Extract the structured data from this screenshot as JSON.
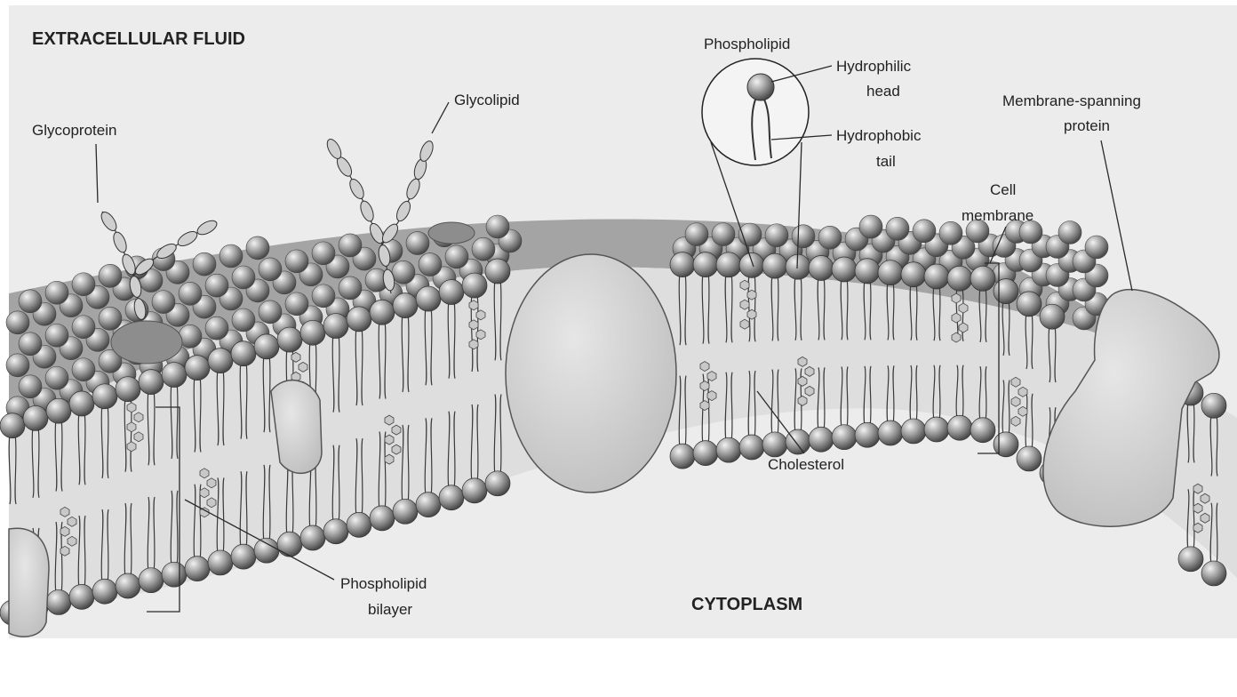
{
  "regions": {
    "extracellular": "EXTRACELLULAR  FLUID",
    "cytoplasm": "CYTOPLASM"
  },
  "labels": {
    "glycoprotein": "Glycoprotein",
    "glycolipid": "Glycolipid",
    "phospholipid": "Phospholipid",
    "hydrophilic_1": "Hydrophilic",
    "hydrophilic_2": "head",
    "hydrophobic_1": "Hydrophobic",
    "hydrophobic_2": "tail",
    "membrane_spanning_1": "Membrane-spanning",
    "membrane_spanning_2": "protein",
    "cell_membrane_1": "Cell",
    "cell_membrane_2": "membrane",
    "cholesterol": "Cholesterol",
    "bilayer_1": "Phospholipid",
    "bilayer_2": "bilayer"
  },
  "colors": {
    "background": "#ececec",
    "head_fill": "#9a9a9a",
    "protein_fill": "#d4d4d4",
    "tail_stroke": "#3a3a3a"
  }
}
